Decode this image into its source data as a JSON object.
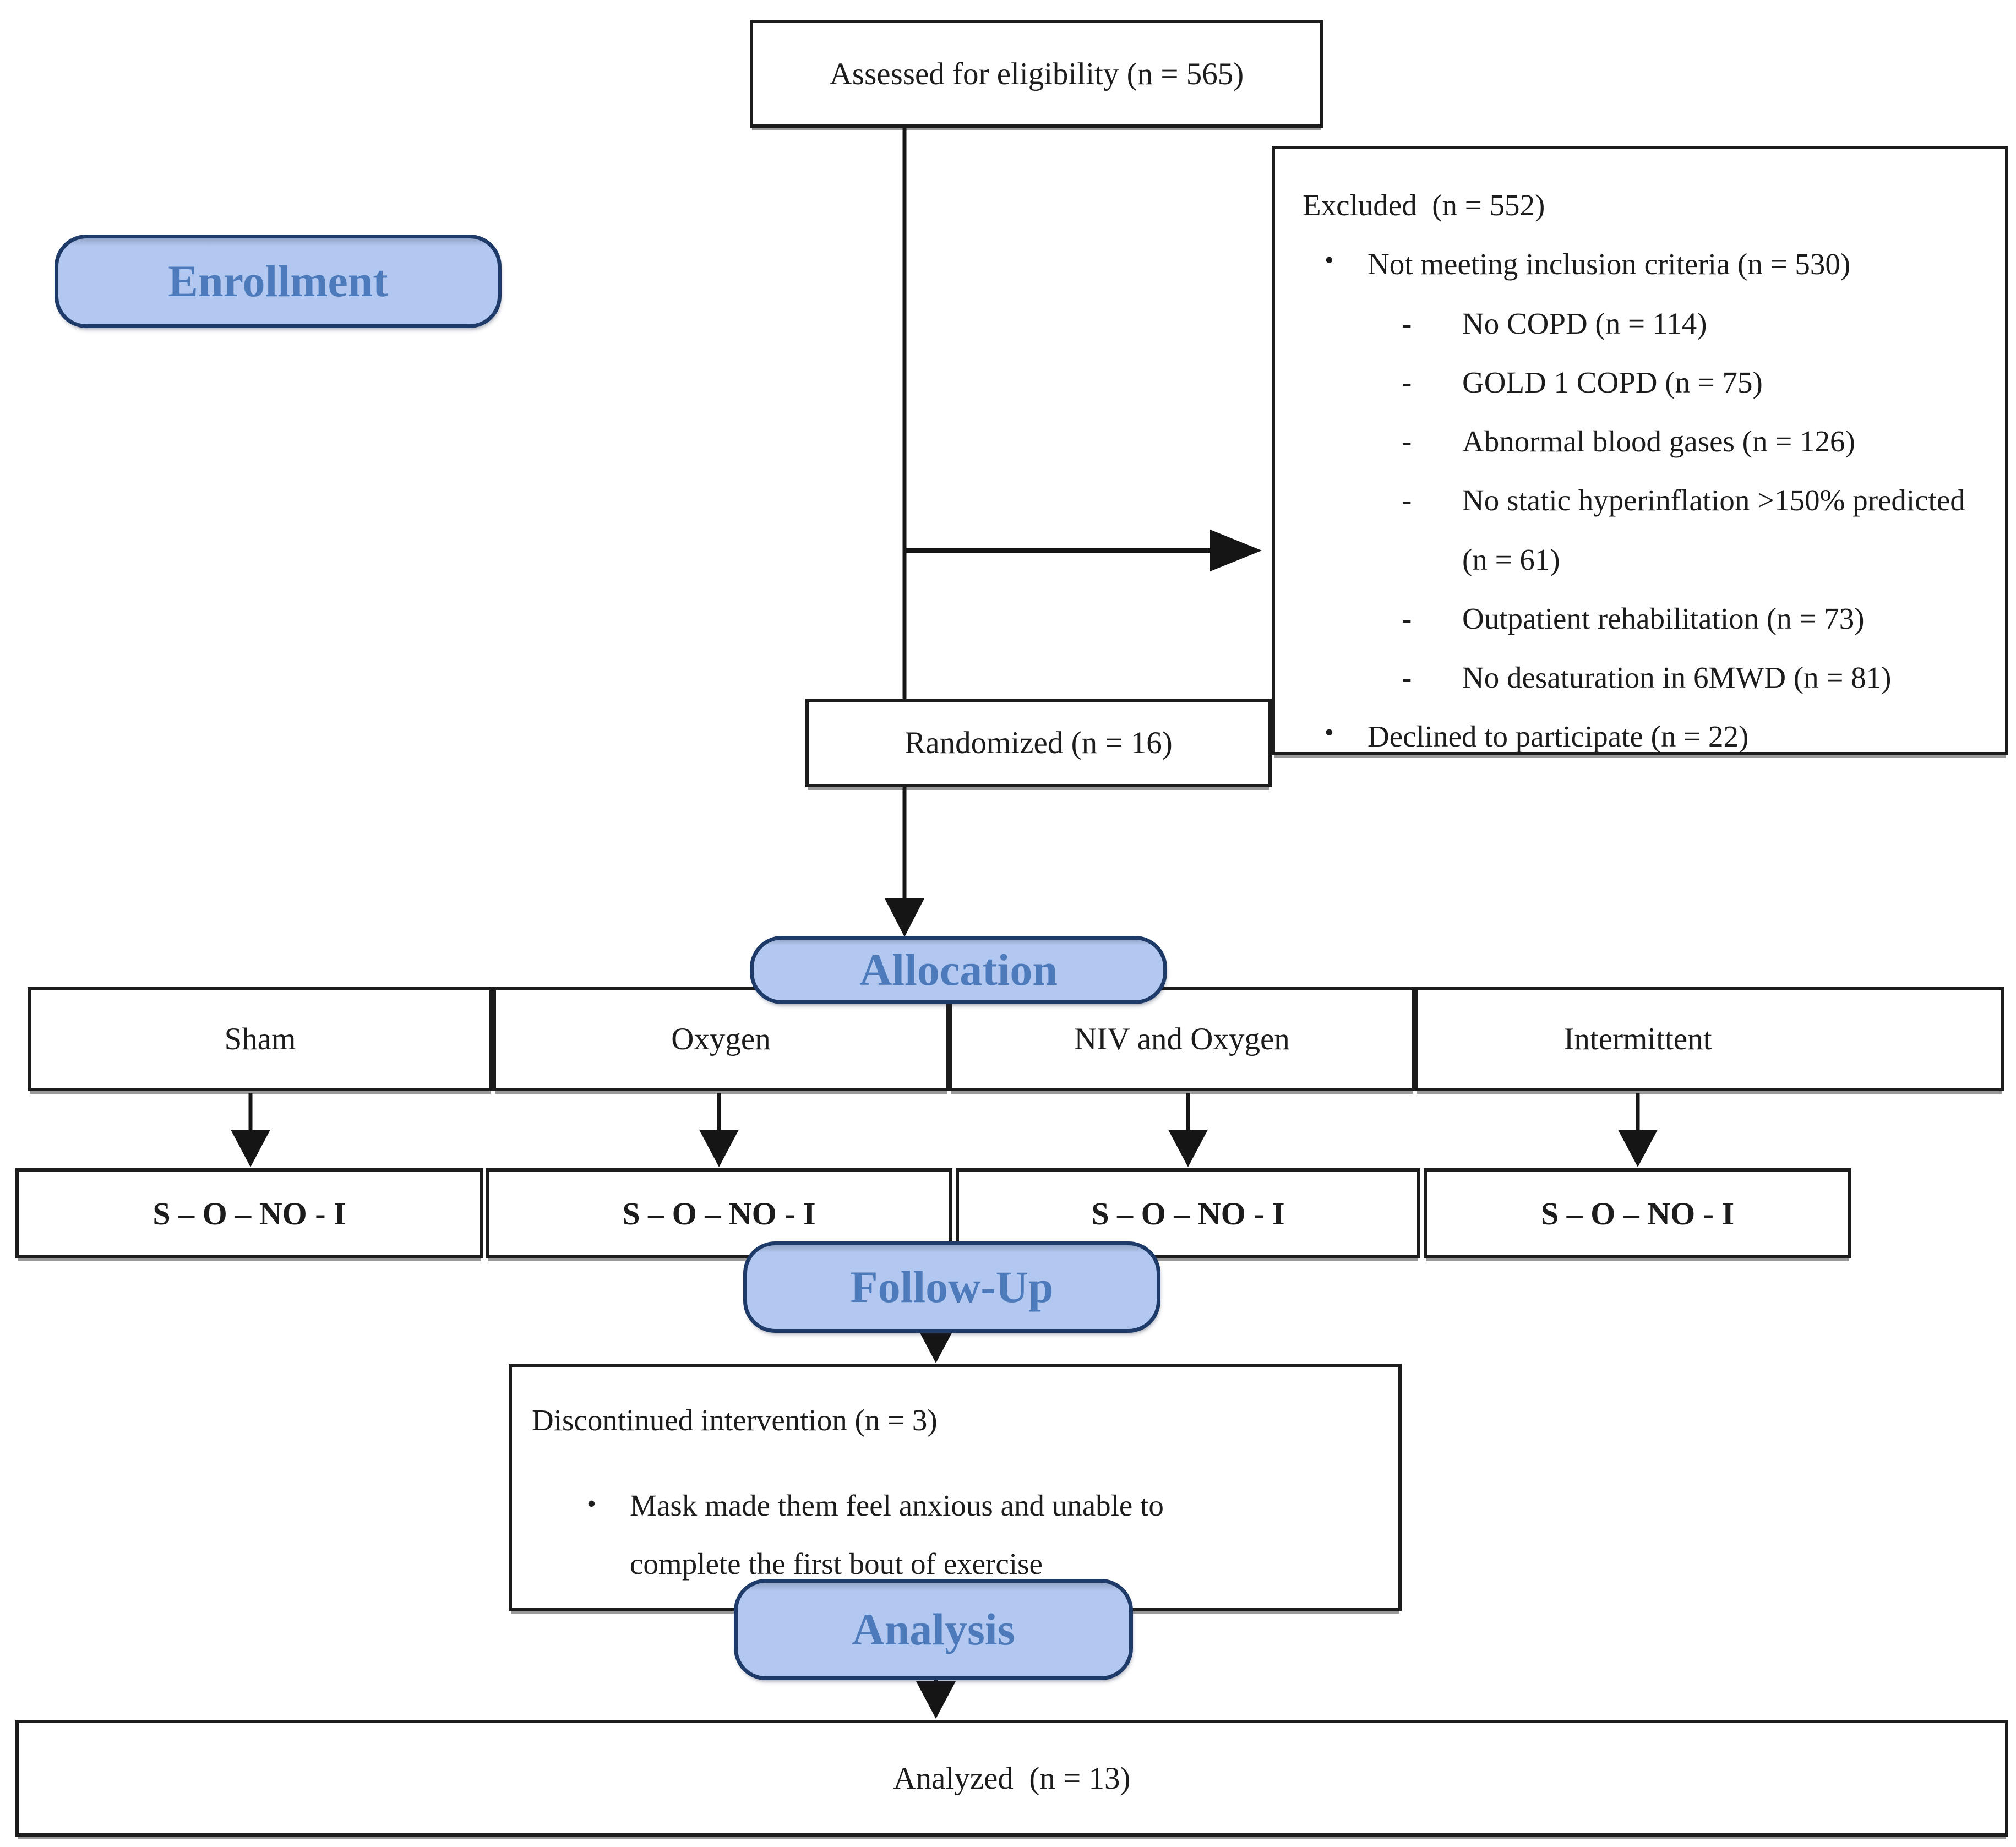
{
  "phases": {
    "enrollment": "Enrollment",
    "allocation": "Allocation",
    "follow_up": "Follow-Up",
    "analysis": "Analysis"
  },
  "markers": {
    "bullet": "•",
    "dash": "-"
  },
  "boxes": {
    "assessed": "Assessed for eligibility (n = 565)",
    "randomized": "Randomized (n = 16)",
    "analyzed": "Analyzed  (n = 13)"
  },
  "excluded": {
    "title": "Excluded  (n = 552)",
    "bullet1": "Not meeting inclusion criteria (n = 530)",
    "sub": [
      "No COPD (n = 114)",
      "GOLD 1 COPD (n = 75)",
      "Abnormal blood gases (n = 126)",
      "No static hyperinflation >150% predicted (n = 61)",
      "Outpatient rehabilitation (n = 73)",
      "No desaturation in 6MWD (n = 81)"
    ],
    "bullet2": "Declined to participate (n = 22)"
  },
  "arms": [
    "Sham",
    "Oxygen",
    "NIV and Oxygen",
    "Intermittent"
  ],
  "sequence": [
    "S – O – NO - I",
    "S – O – NO - I",
    "S – O – NO - I",
    "S – O – NO - I"
  ],
  "discontinued": {
    "title": "Discontinued intervention (n = 3)",
    "bullet": "Mask made them feel anxious and unable to complete the first bout of exercise"
  },
  "colors": {
    "pill_fill": "#b3c8f0",
    "pill_border": "#1e3a68",
    "pill_text": "#4d7aba",
    "line": "#151515",
    "box_border": "#1c1c1c",
    "text": "#1c1c1c",
    "background": "#ffffff"
  }
}
